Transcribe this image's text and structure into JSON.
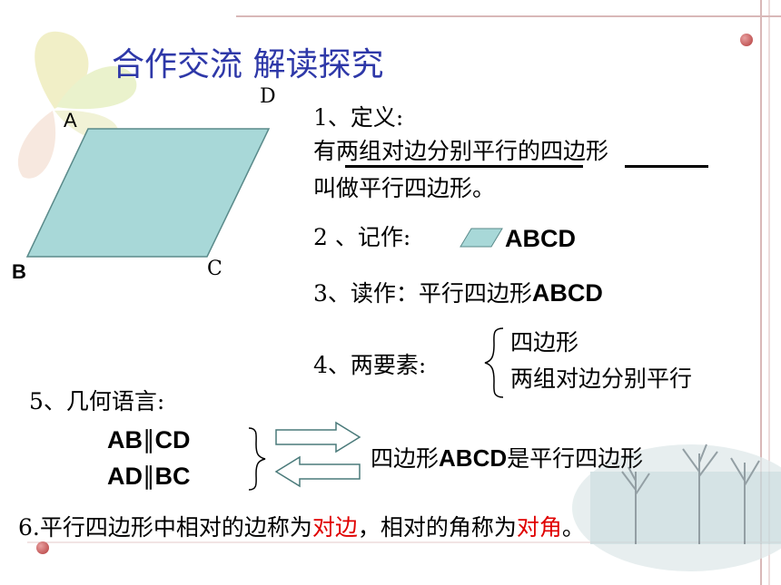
{
  "title": "合作交流  解读探究",
  "figure": {
    "vertex_a": "A",
    "vertex_b": "B",
    "vertex_c": "C",
    "vertex_d": "D"
  },
  "definition": {
    "label": "1、定义:",
    "line1": "有两组对边分别平行的四边形",
    "line2": "叫做平行四边形。"
  },
  "notation": {
    "label": "2 、记作:",
    "symbol_text": "ABCD"
  },
  "reading": {
    "label": "3、读作：平行四边形",
    "name": "ABCD"
  },
  "elements": {
    "label": "4、两要素:",
    "item1": "四边形",
    "item2": "两组对边分别平行"
  },
  "geometry": {
    "label": "5、几何语言:",
    "cond1_left": "AB",
    "cond1_symbol": "∥",
    "cond1_right": "CD",
    "cond2_left": "AD",
    "cond2_symbol": "∥",
    "cond2_right": "BC",
    "conclusion_prefix": "四边形",
    "conclusion_name": "ABCD",
    "conclusion_suffix": "是平行四边形"
  },
  "note": {
    "prefix": "6.平行四边形中相对的边称为",
    "term1": "对边",
    "middle": "，相对的角称为",
    "term2": "对角",
    "end": "。"
  },
  "colors": {
    "title": "#2e38a8",
    "highlight": "#e00000",
    "elements": "#c8401a",
    "parallelogram_fill": "#a8d8d8"
  }
}
